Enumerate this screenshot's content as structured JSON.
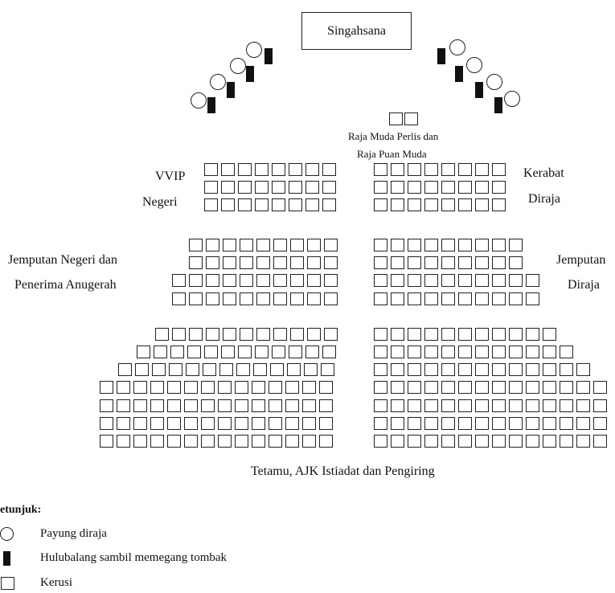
{
  "throne": {
    "label": "Singahsana"
  },
  "royal_seats": {
    "label_line1": "Raja Muda Perlis dan",
    "label_line2": "Raja Puan Muda"
  },
  "labels": {
    "vvip_line1": "VVIP",
    "vvip_line2": "Negeri",
    "kerabat_line1": "Kerabat",
    "kerabat_line2": "Diraja",
    "jemputan_negeri_line1": "Jemputan Negeri dan",
    "jemputan_negeri_line2": "Penerima Anugerah",
    "jemputan_diraja_line1": "Jemputan",
    "jemputan_diraja_line2": "Diraja",
    "guests": "Tetamu, AJK Istiadat dan Pengiring"
  },
  "legend": {
    "title": "etunjuk:",
    "items": [
      {
        "icon": "circle-umbrella-icon",
        "label": "Payung diraja"
      },
      {
        "icon": "guard-bar-icon",
        "label": "Hulubalang sambil memegang tombak"
      },
      {
        "icon": "chair-square-icon",
        "label": "Kerusi"
      }
    ]
  }
}
